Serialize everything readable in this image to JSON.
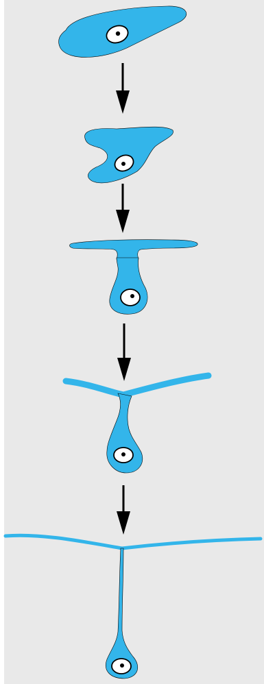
{
  "figure": {
    "stages": [
      {
        "id": "stage-1",
        "form": "flat-migrating-cell"
      },
      {
        "id": "stage-2",
        "form": "folding-cell"
      },
      {
        "id": "stage-3",
        "form": "cell-with-leading-process"
      },
      {
        "id": "stage-4",
        "form": "cell-with-curved-process"
      },
      {
        "id": "stage-5",
        "form": "cell-with-long-process"
      }
    ],
    "arrows": [
      {
        "from": "stage-1",
        "to": "stage-2",
        "direction": "down"
      },
      {
        "from": "stage-2",
        "to": "stage-3",
        "direction": "down"
      },
      {
        "from": "stage-3",
        "to": "stage-4",
        "direction": "down"
      },
      {
        "from": "stage-4",
        "to": "stage-5",
        "direction": "down"
      }
    ]
  },
  "colors": {
    "background": "#ffffff",
    "panel": "#e9e9e9",
    "cell": "#33b5ea",
    "outline": "#000000",
    "nucleus": "#ffffff",
    "nucleolus": "#000000",
    "arrow": "#000000"
  }
}
